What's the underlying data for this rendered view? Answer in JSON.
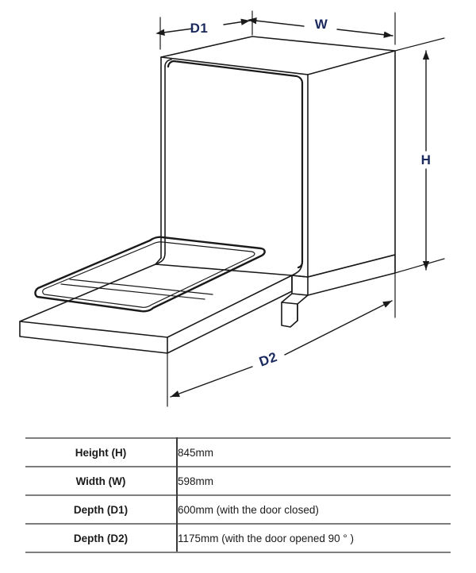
{
  "drawing": {
    "title": "Dishwasher dimension diagram",
    "labels": {
      "depth_closed": "D1",
      "width": "W",
      "height": "H",
      "depth_open": "D2"
    }
  },
  "table": {
    "rows": [
      {
        "label": "Height (H)",
        "value": "845mm"
      },
      {
        "label": "Width (W)",
        "value": "598mm"
      },
      {
        "label": "Depth (D1)",
        "value": "600mm (with the door closed)"
      },
      {
        "label": "Depth (D2)",
        "value": "1175mm (with the door opened 90 °  )"
      }
    ]
  },
  "colors": {
    "label_text": "#1b2a5e",
    "line": "#1a1a1a",
    "table_rule": "#7d7d7d",
    "table_divider": "#3a3a3a",
    "background": "#ffffff"
  }
}
